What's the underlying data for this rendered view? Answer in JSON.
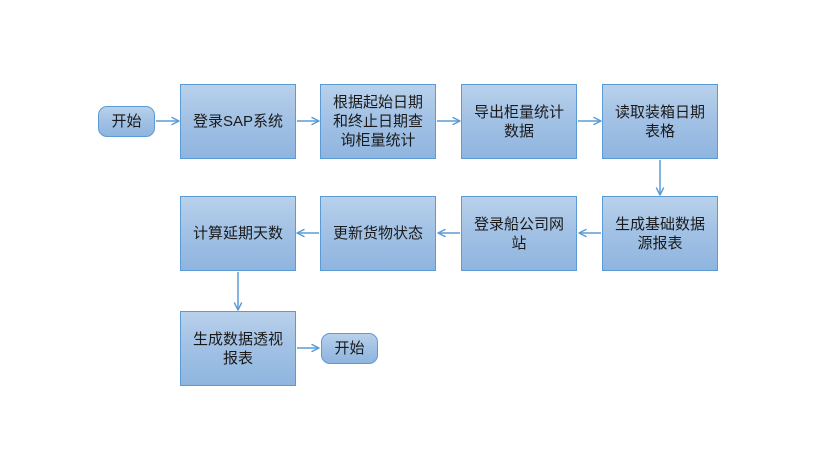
{
  "diagram": {
    "title": "SAP container statistics flowchart",
    "colors": {
      "background": "#ffffff",
      "node_fill_top": "#b9d1eb",
      "node_fill_bottom": "#8fb5df",
      "node_border": "#5b9bd5",
      "arrow": "#5b9bd5",
      "text": "#1a1a1a"
    },
    "nodes": [
      {
        "id": "start-terminator",
        "type": "terminator",
        "label": "开始"
      },
      {
        "id": "login-sap",
        "type": "process",
        "label": "登录SAP系统"
      },
      {
        "id": "query-container-stats",
        "type": "process",
        "label": "根据起始日期\n和终止日期查\n询柜量统计"
      },
      {
        "id": "export-stats-data",
        "type": "process",
        "label": "导出柜量统计\n数据"
      },
      {
        "id": "read-packing-date",
        "type": "process",
        "label": "读取装箱日期\n表格"
      },
      {
        "id": "generate-base-report",
        "type": "process",
        "label": "生成基础数据\n源报表"
      },
      {
        "id": "login-shipping-site",
        "type": "process",
        "label": "登录船公司网\n站"
      },
      {
        "id": "update-cargo-status",
        "type": "process",
        "label": "更新货物状态"
      },
      {
        "id": "calc-delay-days",
        "type": "process",
        "label": "计算延期天数"
      },
      {
        "id": "generate-pivot-report",
        "type": "process",
        "label": "生成数据透视\n报表"
      },
      {
        "id": "end-terminator",
        "type": "terminator",
        "label": "开始"
      }
    ],
    "edges": [
      {
        "from": "start-terminator",
        "to": "login-sap",
        "direction": "right"
      },
      {
        "from": "login-sap",
        "to": "query-container-stats",
        "direction": "right"
      },
      {
        "from": "query-container-stats",
        "to": "export-stats-data",
        "direction": "right"
      },
      {
        "from": "export-stats-data",
        "to": "read-packing-date",
        "direction": "right"
      },
      {
        "from": "read-packing-date",
        "to": "generate-base-report",
        "direction": "down"
      },
      {
        "from": "generate-base-report",
        "to": "login-shipping-site",
        "direction": "left"
      },
      {
        "from": "login-shipping-site",
        "to": "update-cargo-status",
        "direction": "left"
      },
      {
        "from": "update-cargo-status",
        "to": "calc-delay-days",
        "direction": "left"
      },
      {
        "from": "calc-delay-days",
        "to": "generate-pivot-report",
        "direction": "down"
      },
      {
        "from": "generate-pivot-report",
        "to": "end-terminator",
        "direction": "right"
      }
    ]
  }
}
